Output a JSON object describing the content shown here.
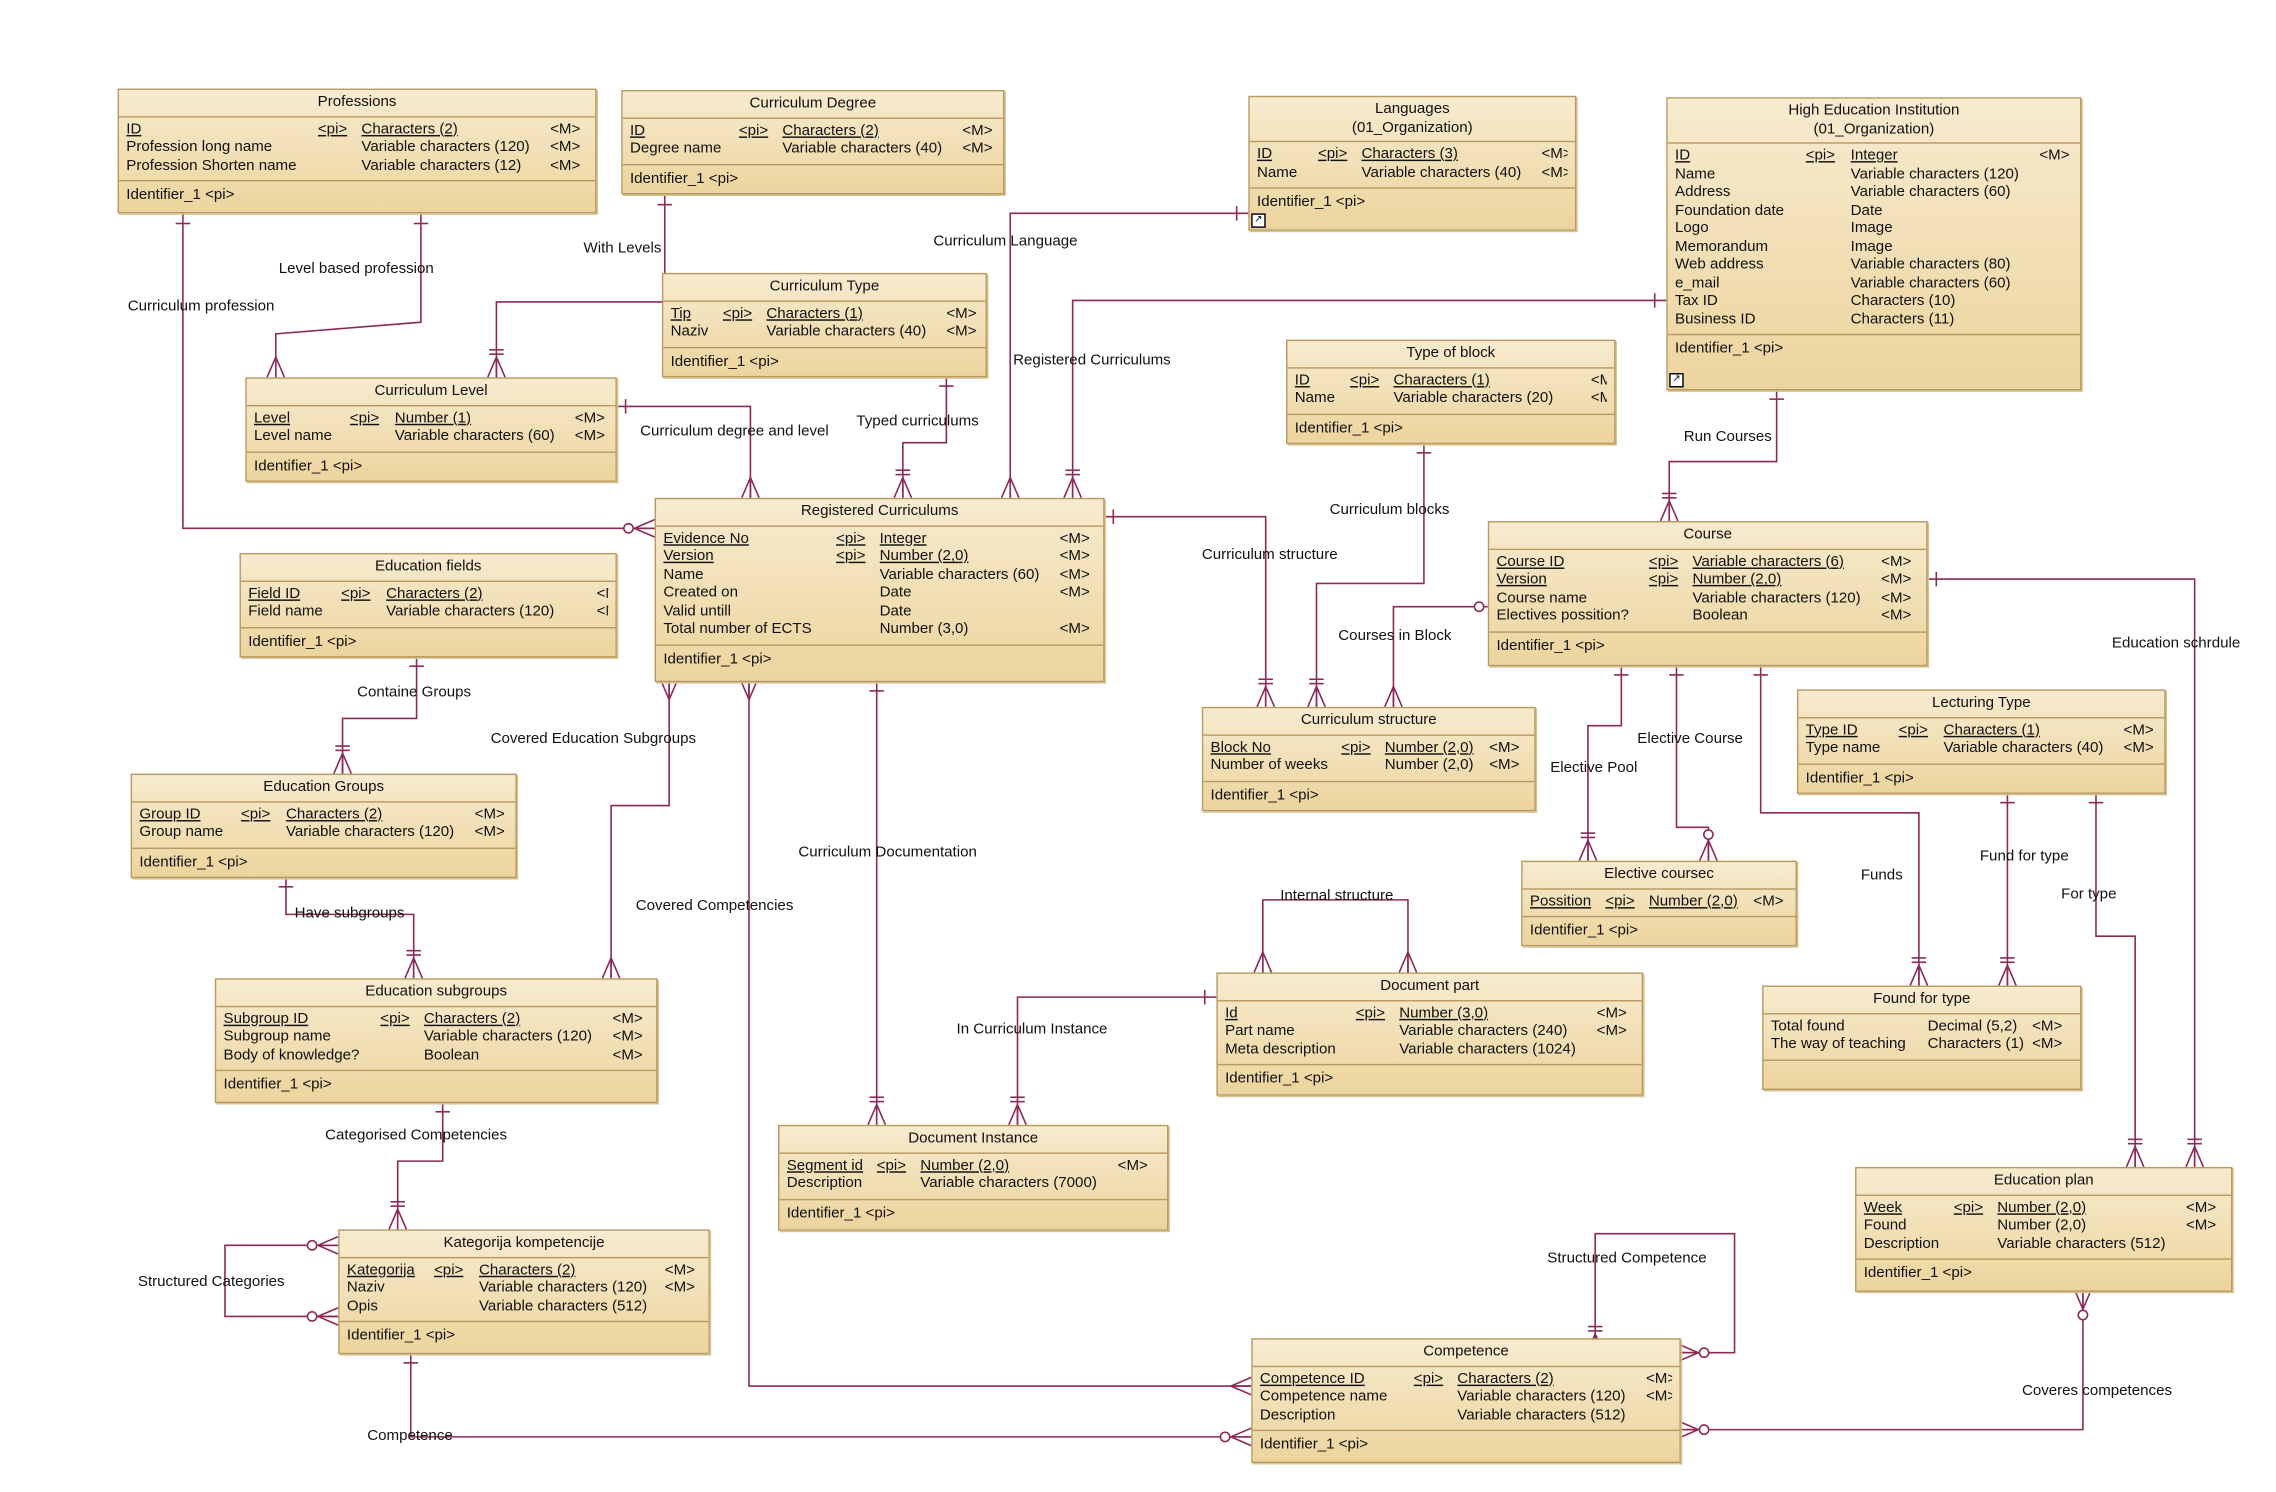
{
  "diagram": {
    "entities": [
      {
        "id": "professions",
        "title": "Professions",
        "subtitle": "",
        "cols": "132px 30px 130px 1fr",
        "rows": [
          {
            "n": "ID",
            "k": "<pi>",
            "t": "Characters (2)",
            "m": "<M>",
            "ku": true,
            "tu": true
          },
          {
            "n": "Profession long name",
            "k": "",
            "t": "Variable characters (120)",
            "m": "<M>"
          },
          {
            "n": "Profession Shorten name",
            "k": "",
            "t": "Variable characters (12)",
            "m": "<M>"
          }
        ],
        "identifier": "Identifier_1   <pi>"
      },
      {
        "id": "curriculum-degree",
        "title": "Curriculum Degree",
        "subtitle": "",
        "cols": "75px 30px 124px 1fr",
        "rows": [
          {
            "n": "ID",
            "k": "<pi>",
            "t": "Characters (2)",
            "m": "<M>",
            "ku": true,
            "tu": true
          },
          {
            "n": "Degree name",
            "k": "",
            "t": "Variable characters (40)",
            "m": "<M>"
          }
        ],
        "identifier": "Identifier_1   <pi>"
      },
      {
        "id": "languages",
        "title": "Languages",
        "subtitle": "(01_Organization)",
        "cols": "42px 30px 124px 1fr",
        "rows": [
          {
            "n": "ID",
            "k": "<pi>",
            "t": "Characters (3)",
            "m": "<M>",
            "ku": true,
            "tu": true
          },
          {
            "n": "Name",
            "k": "",
            "t": "Variable characters (40)",
            "m": "<M>"
          }
        ],
        "identifier": "Identifier_1   <pi>",
        "shortcut": true
      },
      {
        "id": "high-education-institution",
        "title": "High Education Institution",
        "subtitle": "(01_Organization)",
        "cols": "90px 31px 130px 1fr",
        "rows": [
          {
            "n": "ID",
            "k": "<pi>",
            "t": "Integer",
            "m": "<M>",
            "ku": true,
            "tu": true
          },
          {
            "n": "Name",
            "k": "",
            "t": "Variable characters (120)",
            "m": ""
          },
          {
            "n": "Address",
            "k": "",
            "t": "Variable characters (60)",
            "m": ""
          },
          {
            "n": "Foundation date",
            "k": "",
            "t": "Date",
            "m": ""
          },
          {
            "n": "Logo",
            "k": "",
            "t": "Image",
            "m": ""
          },
          {
            "n": "Memorandum",
            "k": "",
            "t": "Image",
            "m": ""
          },
          {
            "n": "Web address",
            "k": "",
            "t": "Variable characters (80)",
            "m": ""
          },
          {
            "n": "e_mail",
            "k": "",
            "t": "Variable characters (60)",
            "m": ""
          },
          {
            "n": "Tax ID",
            "k": "",
            "t": "Characters (10)",
            "m": ""
          },
          {
            "n": "Business ID",
            "k": "",
            "t": "Characters (11)",
            "m": ""
          }
        ],
        "identifier": "Identifier_1   <pi>",
        "shortcut": true
      },
      {
        "id": "curriculum-type",
        "title": "Curriculum Type",
        "subtitle": "",
        "cols": "36px 30px 124px 1fr",
        "rows": [
          {
            "n": "Tip",
            "k": "<pi>",
            "t": "Characters (1)",
            "m": "<M>",
            "ku": true,
            "tu": true
          },
          {
            "n": "Naziv",
            "k": "",
            "t": "Variable characters (40)",
            "m": "<M>"
          }
        ],
        "identifier": "Identifier_1   <pi>"
      },
      {
        "id": "type-of-block",
        "title": "Type of block",
        "subtitle": "",
        "cols": "38px 30px 136px 1fr",
        "rows": [
          {
            "n": "ID",
            "k": "<pi>",
            "t": "Characters (1)",
            "m": "<M>",
            "ku": true,
            "tu": true
          },
          {
            "n": "Name",
            "k": "",
            "t": "Variable characters (20)",
            "m": "<M>"
          }
        ],
        "identifier": "Identifier_1   <pi>"
      },
      {
        "id": "curriculum-level",
        "title": "Curriculum Level",
        "subtitle": "",
        "cols": "66px 31px 124px 1fr",
        "rows": [
          {
            "n": "Level",
            "k": "<pi>",
            "t": "Number (1)",
            "m": "<M>",
            "ku": true,
            "tu": true
          },
          {
            "n": "Level name",
            "k": "",
            "t": "Variable characters (60)",
            "m": "<M>"
          }
        ],
        "identifier": "Identifier_1   <pi>"
      },
      {
        "id": "registered-curriculums",
        "title": "Registered Curriculums",
        "subtitle": "",
        "cols": "119px 30px 124px 1fr",
        "rows": [
          {
            "n": "Evidence No",
            "k": "<pi>",
            "t": "Integer",
            "m": "<M>",
            "ku": true,
            "tu": true
          },
          {
            "n": "Version",
            "k": "<pi>",
            "t": "Number (2,0)",
            "m": "<M>",
            "ku": true,
            "tu": true
          },
          {
            "n": "Name",
            "k": "",
            "t": "Variable characters (60)",
            "m": "<M>"
          },
          {
            "n": "Created on",
            "k": "",
            "t": "Date",
            "m": "<M>"
          },
          {
            "n": "Valid untill",
            "k": "",
            "t": "Date",
            "m": ""
          },
          {
            "n": "Total number of ECTS",
            "k": "",
            "t": "Number (3,0)",
            "m": "<M>"
          }
        ],
        "identifier": "Identifier_1   <pi>"
      },
      {
        "id": "course",
        "title": "Course",
        "subtitle": "",
        "cols": "105px 30px 130px 1fr",
        "rows": [
          {
            "n": "Course ID",
            "k": "<pi>",
            "t": "Variable characters (6)",
            "m": "<M>",
            "ku": true,
            "tu": true
          },
          {
            "n": "Version",
            "k": "<pi>",
            "t": "Number (2,0)",
            "m": "<M>",
            "ku": true,
            "tu": true
          },
          {
            "n": "Course name",
            "k": "",
            "t": "Variable characters (120)",
            "m": "<M>"
          },
          {
            "n": "Electives possition?",
            "k": "",
            "t": "Boolean",
            "m": "<M>"
          }
        ],
        "identifier": "Identifier_1   <pi>"
      },
      {
        "id": "education-fields",
        "title": "Education fields",
        "subtitle": "",
        "cols": "64px 31px 145px 1fr",
        "rows": [
          {
            "n": "Field ID",
            "k": "<pi>",
            "t": "Characters (2)",
            "m": "<M>",
            "ku": true,
            "tu": true
          },
          {
            "n": "Field name",
            "k": "",
            "t": "Variable characters (120)",
            "m": "<M>"
          }
        ],
        "identifier": "Identifier_1   <pi>"
      },
      {
        "id": "lecturing-type",
        "title": "Lecturing Type",
        "subtitle": "",
        "cols": "64px 31px 124px 1fr",
        "rows": [
          {
            "n": "Type ID",
            "k": "<pi>",
            "t": "Characters (1)",
            "m": "<M>",
            "ku": true,
            "tu": true
          },
          {
            "n": "Type name",
            "k": "",
            "t": "Variable characters (40)",
            "m": "<M>"
          }
        ],
        "identifier": "Identifier_1   <pi>"
      },
      {
        "id": "curriculum-structure",
        "title": "Curriculum structure",
        "subtitle": "",
        "cols": "90px 30px 72px 1fr",
        "rows": [
          {
            "n": "Block No",
            "k": "<pi>",
            "t": "Number (2,0)",
            "m": "<M>",
            "ku": true,
            "tu": true
          },
          {
            "n": "Number of weeks",
            "k": "",
            "t": "Number (2,0)",
            "m": "<M>"
          }
        ],
        "identifier": "Identifier_1   <pi>"
      },
      {
        "id": "education-groups",
        "title": "Education Groups",
        "subtitle": "",
        "cols": "70px 31px 130px 1fr",
        "rows": [
          {
            "n": "Group ID",
            "k": "<pi>",
            "t": "Characters (2)",
            "m": "<M>",
            "ku": true,
            "tu": true
          },
          {
            "n": "Group name",
            "k": "",
            "t": "Variable characters (120)",
            "m": "<M>"
          }
        ],
        "identifier": "Identifier_1   <pi>"
      },
      {
        "id": "elective-coursec",
        "title": "Elective coursec",
        "subtitle": "",
        "cols": "52px 30px 72px 1fr",
        "rows": [
          {
            "n": "Possition",
            "k": "<pi>",
            "t": "Number (2,0)",
            "m": "<M>",
            "ku": true,
            "tu": true
          }
        ],
        "identifier": "Identifier_1   <pi>"
      },
      {
        "id": "document-part",
        "title": "Document part",
        "subtitle": "",
        "cols": "90px 30px 136px 1fr",
        "rows": [
          {
            "n": "Id",
            "k": "<pi>",
            "t": "Number (3,0)",
            "m": "<M>",
            "ku": true,
            "tu": true
          },
          {
            "n": "Part name",
            "k": "",
            "t": "Variable characters (240)",
            "m": "<M>"
          },
          {
            "n": "Meta description",
            "k": "",
            "t": "Variable characters (1024)",
            "m": ""
          }
        ],
        "identifier": "Identifier_1   <pi>"
      },
      {
        "id": "education-subgroups",
        "title": "Education subgroups",
        "subtitle": "",
        "cols": "108px 30px 130px 1fr",
        "rows": [
          {
            "n": "Subgroup ID",
            "k": "<pi>",
            "t": "Characters (2)",
            "m": "<M>",
            "ku": true,
            "tu": true
          },
          {
            "n": "Subgroup name",
            "k": "",
            "t": "Variable characters (120)",
            "m": "<M>"
          },
          {
            "n": "Body of knowledge?",
            "k": "",
            "t": "Boolean",
            "m": "<M>"
          }
        ],
        "identifier": "Identifier_1   <pi>"
      },
      {
        "id": "found-for-type",
        "title": "Found for type",
        "subtitle": "",
        "cols": "108px 72px 1fr",
        "rows": [
          {
            "n": "Total found",
            "t": "Decimal (5,2)",
            "m": "<M>"
          },
          {
            "n": "The way of teaching",
            "t": "Characters (1)",
            "m": "<M>"
          }
        ],
        "identifier": ""
      },
      {
        "id": "document-instance",
        "title": "Document Instance",
        "subtitle": "",
        "cols": "62px 30px 136px 1fr",
        "rows": [
          {
            "n": "Segment id",
            "k": "<pi>",
            "t": "Number (2,0)",
            "m": "<M>",
            "ku": true,
            "tu": true
          },
          {
            "n": "Description",
            "k": "",
            "t": "Variable characters (7000)",
            "m": ""
          }
        ],
        "identifier": "Identifier_1   <pi>"
      },
      {
        "id": "education-plan",
        "title": "Education plan",
        "subtitle": "",
        "cols": "62px 30px 130px 1fr",
        "rows": [
          {
            "n": "Week",
            "k": "<pi>",
            "t": "Number (2,0)",
            "m": "<M>",
            "ku": true,
            "tu": true
          },
          {
            "n": "Found",
            "k": "",
            "t": "Number (2,0)",
            "m": "<M>"
          },
          {
            "n": "Description",
            "k": "",
            "t": "Variable characters (512)",
            "m": ""
          }
        ],
        "identifier": "Identifier_1   <pi>"
      },
      {
        "id": "kategorija-kompetencije",
        "title": "Kategorija kompetencije",
        "subtitle": "",
        "cols": "60px 31px 128px 1fr",
        "rows": [
          {
            "n": "Kategorija",
            "k": "<pi>",
            "t": "Characters (2)",
            "m": "<M>",
            "ku": true,
            "tu": true
          },
          {
            "n": "Naziv",
            "k": "",
            "t": "Variable characters (120)",
            "m": "<M>"
          },
          {
            "n": "Opis",
            "k": "",
            "t": "Variable characters (512)",
            "m": ""
          }
        ],
        "identifier": "Identifier_1   <pi>"
      },
      {
        "id": "competence",
        "title": "Competence",
        "subtitle": "",
        "cols": "106px 30px 130px 1fr",
        "rows": [
          {
            "n": "Competence ID",
            "k": "<pi>",
            "t": "Characters (2)",
            "m": "<M>",
            "ku": true,
            "tu": true
          },
          {
            "n": "Competence name",
            "k": "",
            "t": "Variable characters (120)",
            "m": "<M>"
          },
          {
            "n": "Description",
            "k": "",
            "t": "Variable characters (512)",
            "m": ""
          }
        ],
        "identifier": "Identifier_1   <pi>"
      }
    ],
    "relationships": [
      "Level based profession",
      "With Levels",
      "Curriculum profession",
      "Curriculum Language",
      "Registered Curriculums",
      "Curriculum degree and level",
      "Typed curriculums",
      "Run Courses",
      "Curriculum blocks",
      "Curriculum structure",
      "Courses in Block",
      "Education schrdule",
      "Containe Groups",
      "Covered Education Subgroups",
      "Elective Course",
      "Elective Pool",
      "Curriculum Documentation",
      "Funds",
      "Fund for type",
      "For type",
      "Have subgroups",
      "Internal structure",
      "Covered Competencies",
      "In Curriculum Instance",
      "Categorised Competencies",
      "Structured Competence",
      "Structured Categories",
      "Coveres competences",
      "Competence"
    ]
  }
}
